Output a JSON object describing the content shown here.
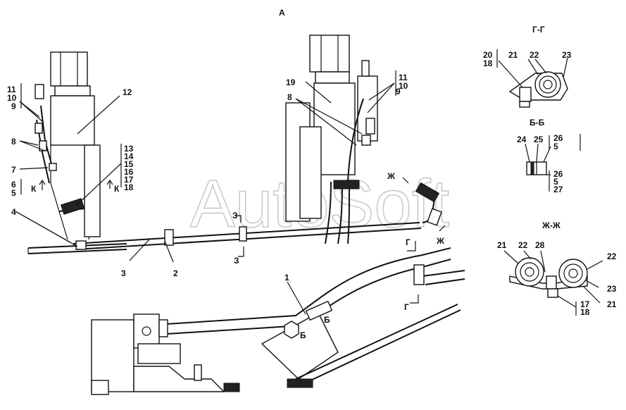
{
  "view_title": "А",
  "watermark": "AutoSoft",
  "sections": {
    "gg": "Г-Г",
    "bb": "Б-Б",
    "zhzh": "Ж-Ж"
  },
  "cut_marks": {
    "k": "К",
    "z": "З",
    "zh": "Ж",
    "g": "Г",
    "b": "Б"
  },
  "callouts": {
    "c1": "1",
    "c2": "2",
    "c3": "3",
    "c4": "4",
    "c5": "5",
    "c6": "6",
    "c7": "7",
    "c8": "8",
    "c9": "9",
    "c10": "10",
    "c11": "11",
    "c12": "12",
    "c13": "13",
    "c14": "14",
    "c15": "15",
    "c16": "16",
    "c17": "17",
    "c18": "18",
    "c19": "19",
    "c20": "20",
    "c21": "21",
    "c22": "22",
    "c23": "23",
    "c24": "24",
    "c25": "25",
    "c26": "26",
    "c27": "27",
    "c28": "28"
  }
}
